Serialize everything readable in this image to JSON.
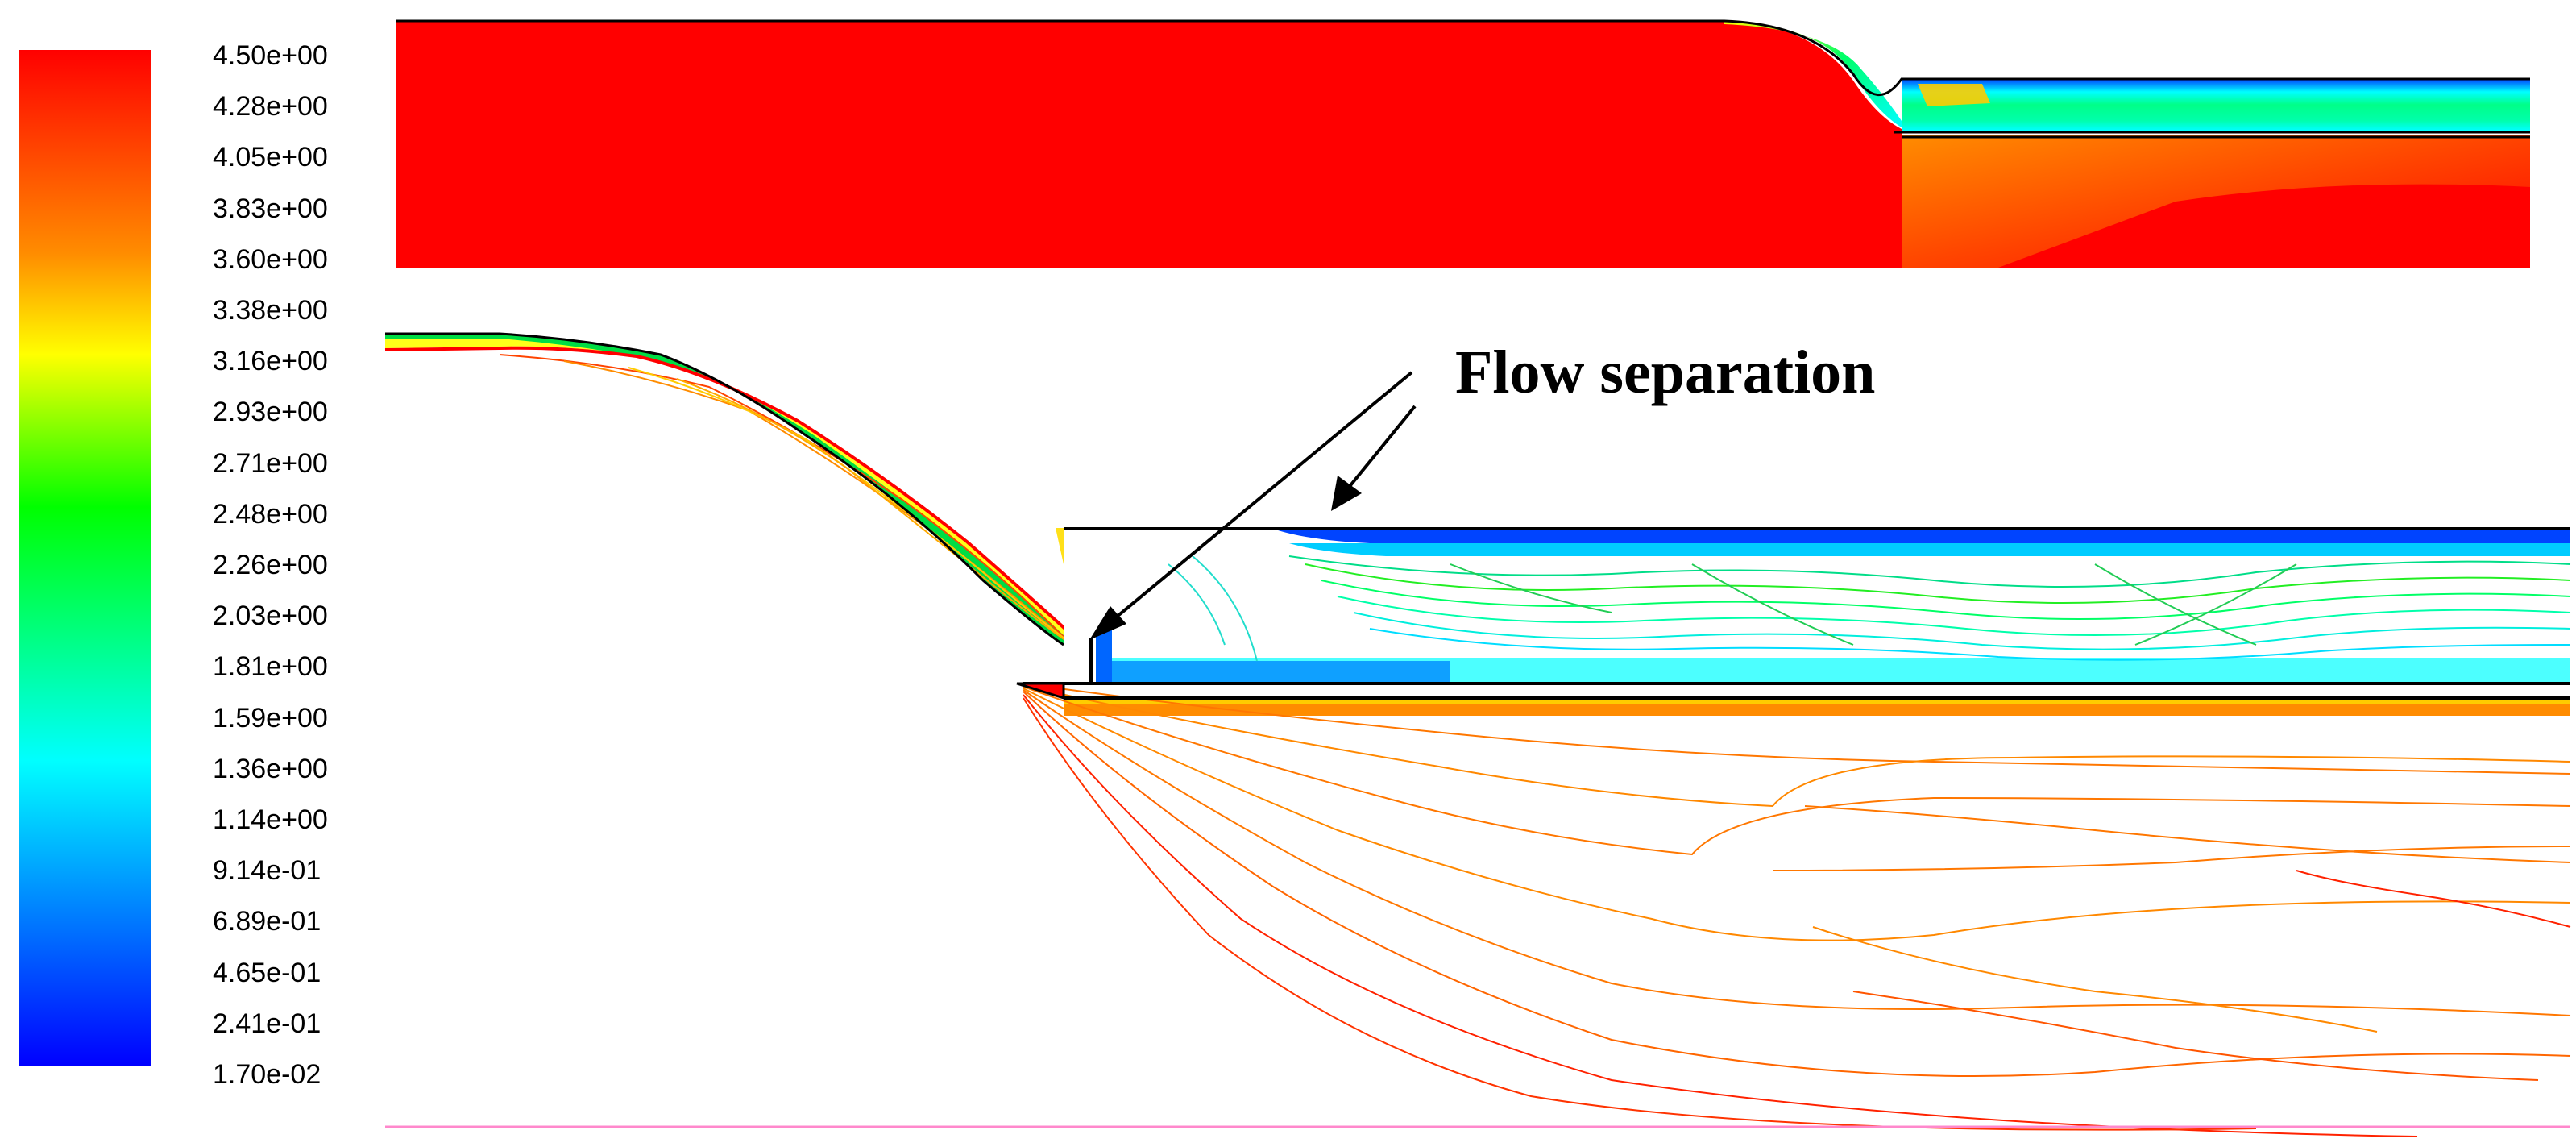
{
  "legend": {
    "ticks": [
      "4.50e+00",
      "4.28e+00",
      "4.05e+00",
      "3.83e+00",
      "3.60e+00",
      "3.38e+00",
      "3.16e+00",
      "2.93e+00",
      "2.71e+00",
      "2.48e+00",
      "2.26e+00",
      "2.03e+00",
      "1.81e+00",
      "1.59e+00",
      "1.36e+00",
      "1.14e+00",
      "9.14e-01",
      "6.89e-01",
      "4.65e-01",
      "2.41e-01",
      "1.70e-02"
    ],
    "colormap": [
      "#ff0000",
      "#ff8c00",
      "#ffff00",
      "#00ff00",
      "#00ffff",
      "#0000ff"
    ]
  },
  "annotation": {
    "text": "Flow separation"
  },
  "colors": {
    "high": "#ff0000",
    "wall": "#000000",
    "baseline": "#ff88cc"
  }
}
